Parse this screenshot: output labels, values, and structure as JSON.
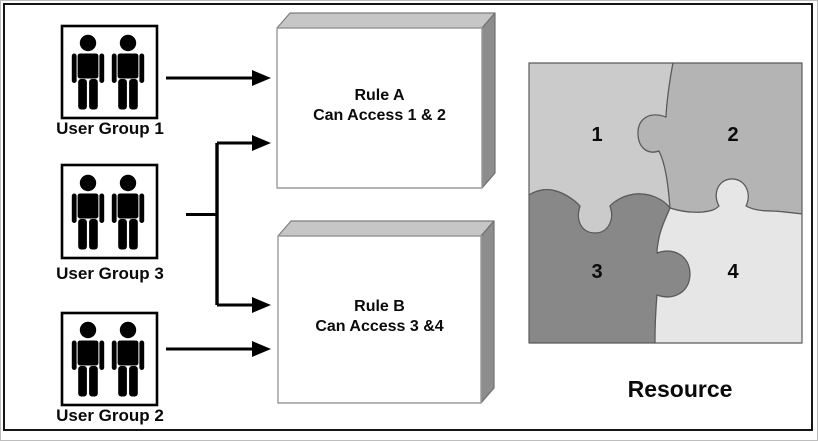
{
  "diagram": {
    "user_groups": [
      {
        "label": "User Group 1"
      },
      {
        "label": "User Group 3"
      },
      {
        "label": "User Group 2"
      }
    ],
    "rules": [
      {
        "name": "Rule A",
        "access": "Can Access 1 & 2"
      },
      {
        "name": "Rule B",
        "access": "Can Access 3 &4"
      }
    ],
    "resource": {
      "label": "Resource",
      "pieces": [
        {
          "number": "1"
        },
        {
          "number": "2"
        },
        {
          "number": "3"
        },
        {
          "number": "4"
        }
      ]
    },
    "colors": {
      "line": "#000000",
      "frame": "#161616",
      "rule_box_front": "#ffffff",
      "rule_box_top": "#c6c6c6",
      "rule_box_side": "#8d8d8d",
      "piece_1": "#cbcbcb",
      "piece_2": "#b4b4b4",
      "piece_3": "#888888",
      "piece_4": "#e6e6e6",
      "puzzle_stroke": "#5a5a5a"
    }
  }
}
